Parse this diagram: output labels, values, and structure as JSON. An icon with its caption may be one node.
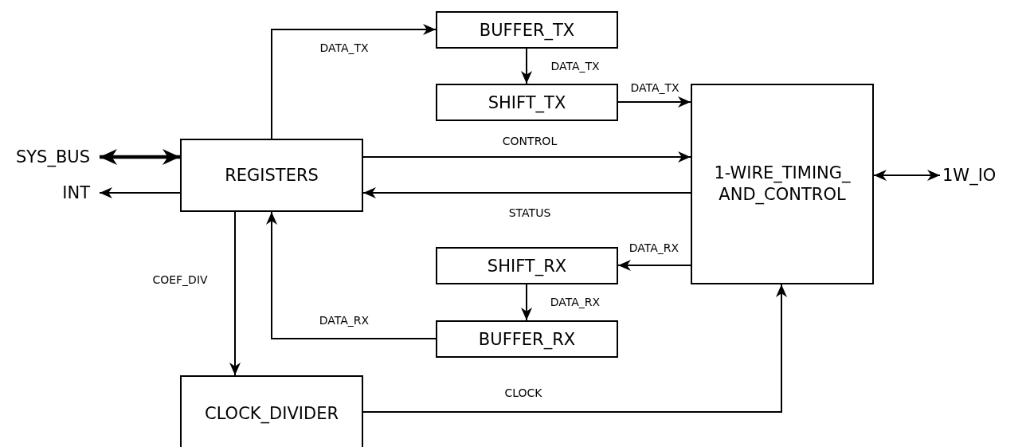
{
  "diagram": {
    "nodes": [
      {
        "text": [
          "BUFFER_TX"
        ]
      },
      {
        "text": [
          "SHIFT_TX"
        ]
      },
      {
        "text": [
          "REGISTERS"
        ]
      },
      {
        "text": [
          "1-WIRE_TIMING_AND_CONTROL"
        ]
      },
      {
        "text": [
          "SHIFT_RX"
        ]
      },
      {
        "text": [
          "BUFFER_RX"
        ]
      },
      {
        "text": [
          "CLOCK_DIVIDER"
        ]
      },
      {
        "text": [
          "SYS_BUS"
        ]
      },
      {
        "text": [
          "INT"
        ]
      },
      {
        "text": [
          "1W_IO"
        ]
      }
    ],
    "edges": [
      {
        "from": 2,
        "to": 0,
        "arrow": "to",
        "label": "DATA_TX"
      },
      {
        "from": 0,
        "to": 1,
        "arrow": "to",
        "label": "DATA_TX"
      },
      {
        "from": 1,
        "to": 3,
        "arrow": "to",
        "label": "DATA_TX"
      },
      {
        "from": 2,
        "to": 3,
        "arrow": "to",
        "label": "CONTROL"
      },
      {
        "from": 3,
        "to": 2,
        "arrow": "to",
        "label": "STATUS"
      },
      {
        "from": 3,
        "to": 4,
        "arrow": "to",
        "label": "DATA_RX"
      },
      {
        "from": 4,
        "to": 5,
        "arrow": "to",
        "label": "DATA_RX"
      },
      {
        "from": 5,
        "to": 2,
        "arrow": "to",
        "label": "DATA_RX"
      },
      {
        "from": 2,
        "to": 6,
        "arrow": "to",
        "label": "COEF_DIV"
      },
      {
        "from": 6,
        "to": 3,
        "arrow": "to",
        "label": "CLOCK"
      },
      {
        "from": 7,
        "to": 2,
        "arrow": "both",
        "style": "thick"
      },
      {
        "from": 2,
        "to": 8,
        "arrow": "to"
      },
      {
        "from": 3,
        "to": 9,
        "arrow": "both"
      }
    ]
  }
}
